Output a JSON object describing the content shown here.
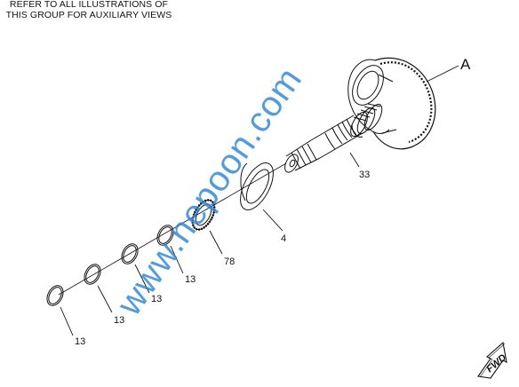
{
  "note": {
    "line1": "REFER TO ALL ILLUSTRATIONS OF",
    "line2": "THIS GROUP FOR AUXILIARY VIEWS"
  },
  "watermark": "www.nepoon.com",
  "arrow_label": "FWD",
  "callouts": {
    "assembly": "A",
    "shaft": "33",
    "thrust_washer": "4",
    "bearing": "78",
    "ring_1": "13",
    "ring_2": "13",
    "ring_3": "13",
    "ring_4": "13"
  },
  "colors": {
    "line": "#111111",
    "watermark": "#2f86d6"
  }
}
